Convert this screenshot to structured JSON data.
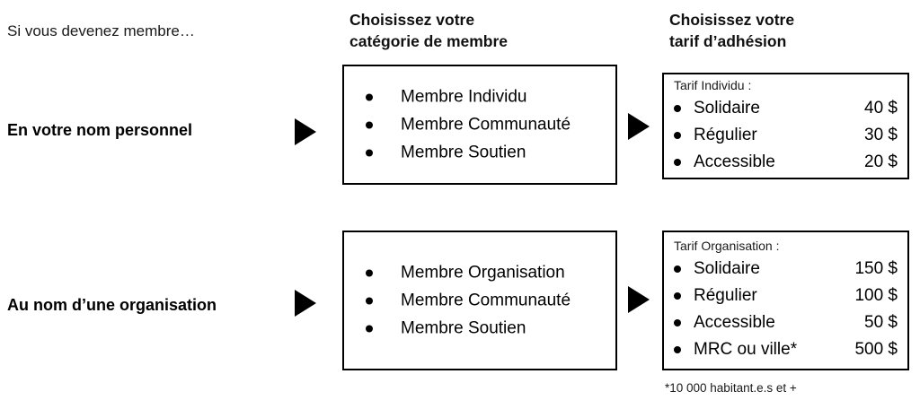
{
  "intro": {
    "text": "Si vous devenez membre…"
  },
  "headers": {
    "category": {
      "line1": "Choisissez votre",
      "line2": "catégorie de membre"
    },
    "tariff": {
      "line1": "Choisissez votre",
      "line2": "tarif d’adhésion"
    }
  },
  "rows": [
    {
      "label": "En votre nom personnel",
      "categories": [
        "Membre Individu",
        "Membre Communauté",
        "Membre Soutien"
      ],
      "tariff": {
        "heading": "Tarif Individu :",
        "items": [
          {
            "name": "Solidaire",
            "price": "40 $"
          },
          {
            "name": "Régulier",
            "price": "30 $"
          },
          {
            "name": "Accessible",
            "price": "20 $"
          }
        ]
      }
    },
    {
      "label": "Au nom d’une organisation",
      "categories": [
        "Membre Organisation",
        "Membre Communauté",
        "Membre Soutien"
      ],
      "tariff": {
        "heading": "Tarif Organisation :",
        "items": [
          {
            "name": "Solidaire",
            "price": "150 $"
          },
          {
            "name": "Régulier",
            "price": "100 $"
          },
          {
            "name": "Accessible",
            "price": "50 $"
          },
          {
            "name": "MRC ou ville*",
            "price": "500 $"
          }
        ]
      }
    }
  ],
  "footnote": "*10 000 habitant.e.s et +",
  "colors": {
    "text": "#000000",
    "background": "#ffffff",
    "border": "#000000",
    "arrow": "#000000"
  },
  "icons": {
    "arrow": "right-triangle-arrow-icon",
    "bullet": "bullet-dot-icon"
  }
}
